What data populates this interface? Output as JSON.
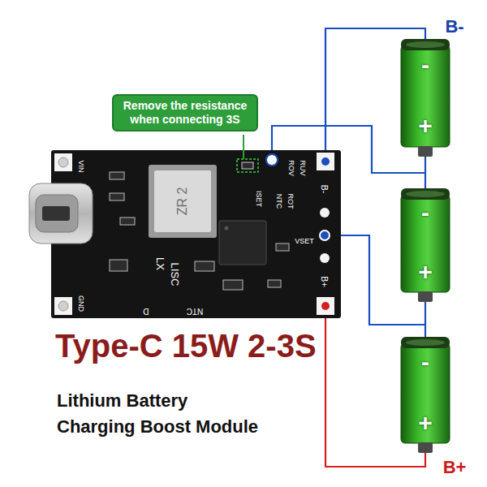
{
  "diagram": {
    "title": "Type-C 15W 2-3S",
    "caption": "Lithium Battery Charging Boost Module",
    "nodes": [
      {
        "text": [
          "Remove the resistance when connecting 3S"
        ]
      },
      {
        "text": [
          "-",
          "+"
        ]
      },
      {
        "text": [
          "-",
          "+"
        ]
      },
      {
        "text": [
          "-",
          "+"
        ]
      }
    ],
    "edges": [
      {
        "from": 1,
        "to": 2,
        "arrow": "none"
      },
      {
        "from": 2,
        "to": 3,
        "arrow": "none"
      }
    ],
    "labels": [
      "B-",
      "VIN",
      "ZR 2",
      "RUV",
      "ROV",
      "B-",
      "ISET",
      "NTC",
      "ROT",
      "VSET",
      "LX",
      "LISC",
      "B+",
      "GND",
      "D",
      "NTC",
      "B+"
    ]
  }
}
